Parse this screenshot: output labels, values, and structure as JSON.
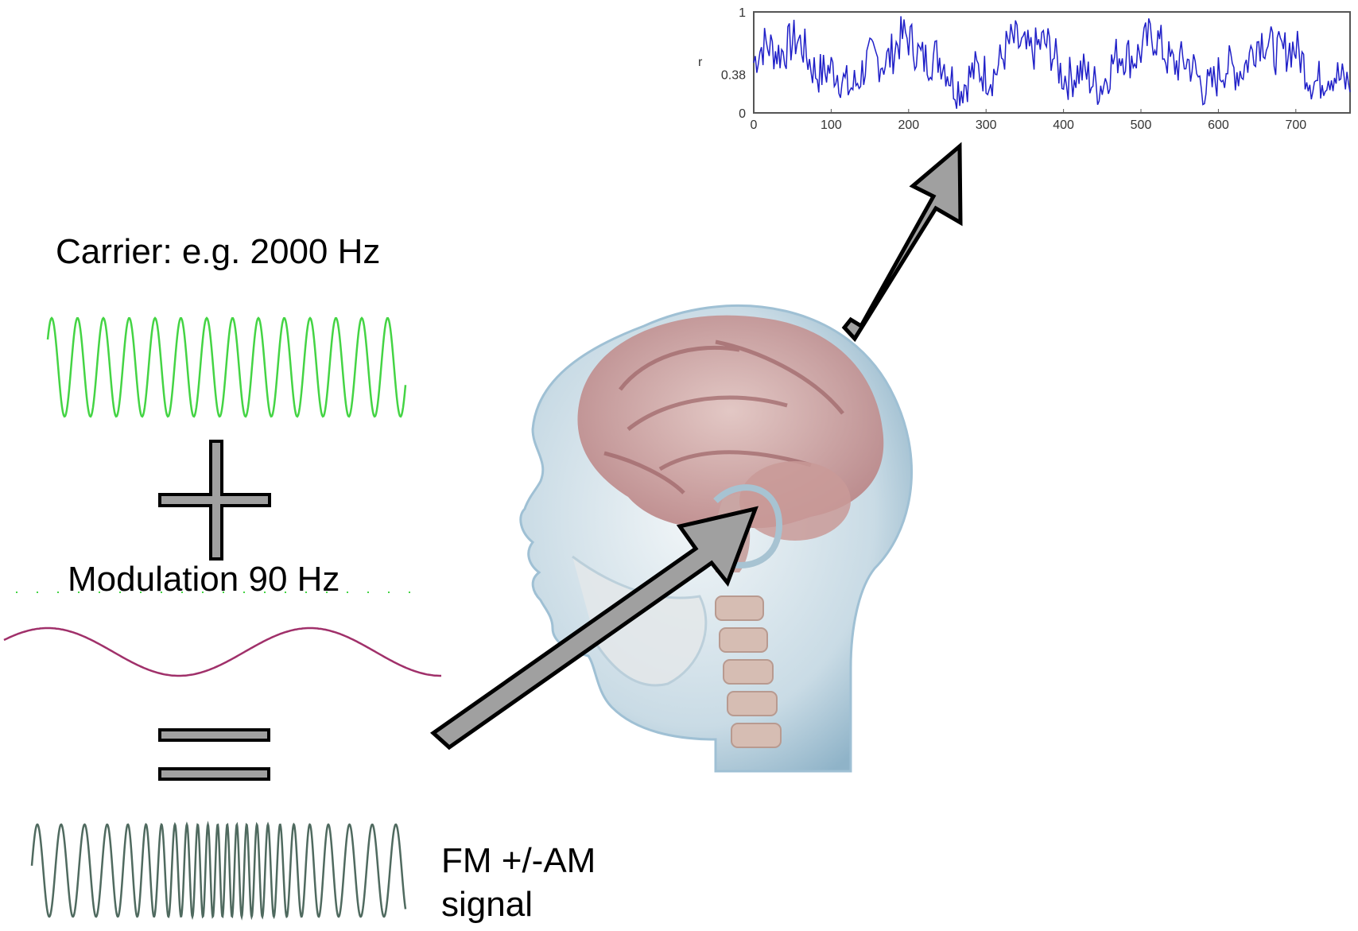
{
  "labels": {
    "carrier": "Carrier: e.g. 2000 Hz",
    "modulation": "Modulation 90 Hz",
    "output_line1": "FM  +/-AM",
    "output_line2": "signal"
  },
  "operators": {
    "plus": "plus-sign",
    "equals": "equals-sign"
  },
  "colors": {
    "carrier_wave": "#44d444",
    "modulation_wave": "#a0306a",
    "fm_wave": "#4f6a5f",
    "arrow_fill": "#a0a0a0",
    "arrow_stroke": "#000000",
    "plot_line": "#2020c8"
  },
  "chart_data": {
    "type": "line",
    "x_ticks": [
      "0",
      "100",
      "200",
      "300",
      "400",
      "500",
      "600",
      "700"
    ],
    "y_ticks": [
      "0",
      "0.38",
      "1"
    ],
    "xlim": [
      0,
      770
    ],
    "ylim": [
      0,
      1
    ],
    "ylabel": "r",
    "grid": false
  }
}
